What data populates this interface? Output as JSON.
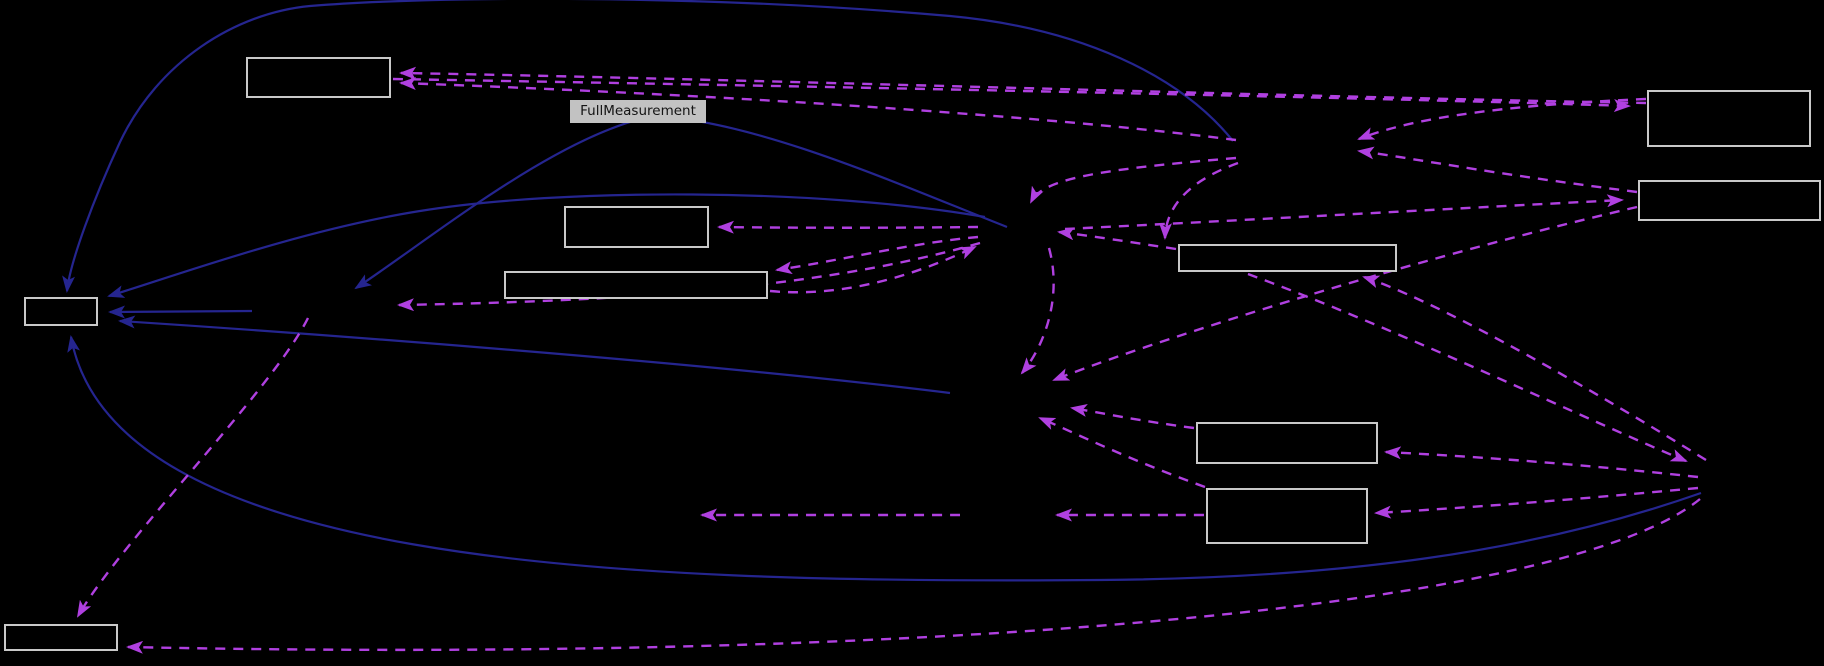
{
  "diagram": {
    "type": "collaboration-dependency-graph",
    "edge_label": "FullMeasurement",
    "colors": {
      "background": "#000000",
      "node_border": "#c9c9c9",
      "node_fill": "#000000",
      "dashed_edge": "#b040e0",
      "solid_edge": "#25258f",
      "label_background": "#c2c2c2",
      "label_text": "#141414"
    },
    "nodes": [
      {
        "id": "box-top-left",
        "invisible": false
      },
      {
        "id": "box-mid",
        "invisible": false
      },
      {
        "id": "box-mid-long",
        "invisible": false
      },
      {
        "id": "box-left",
        "invisible": false
      },
      {
        "id": "box-right-mid",
        "invisible": false
      },
      {
        "id": "box-top-right-1",
        "invisible": false
      },
      {
        "id": "box-top-right-2",
        "invisible": false
      },
      {
        "id": "box-bottom-a",
        "invisible": false
      },
      {
        "id": "box-bottom-b",
        "invisible": false
      },
      {
        "id": "box-bottom-left",
        "invisible": false
      },
      {
        "id": "hub-a",
        "invisible": true
      },
      {
        "id": "hub-b",
        "invisible": true
      },
      {
        "id": "hub-c",
        "invisible": true
      },
      {
        "id": "hub-d",
        "invisible": true
      },
      {
        "id": "hub-e",
        "invisible": true
      },
      {
        "id": "node-f",
        "invisible": true
      },
      {
        "id": "node-g",
        "invisible": true
      }
    ],
    "edges": [
      {
        "from": "box-top-right-1",
        "to": "box-top-left",
        "style": "dashed"
      },
      {
        "from": "box-top-left",
        "to": "box-top-right-1",
        "style": "dashed"
      },
      {
        "from": "hub-a",
        "to": "box-top-left",
        "style": "dashed"
      },
      {
        "from": "box-top-right-1",
        "to": "hub-a",
        "style": "dashed"
      },
      {
        "from": "box-top-right-2",
        "to": "hub-a",
        "style": "dashed"
      },
      {
        "from": "hub-b",
        "to": "box-top-right-2",
        "style": "dashed"
      },
      {
        "from": "hub-a",
        "to": "box-right-mid",
        "style": "dashed"
      },
      {
        "from": "box-right-mid",
        "to": "hub-b",
        "style": "dashed"
      },
      {
        "from": "hub-a",
        "to": "hub-b",
        "style": "dashed"
      },
      {
        "from": "box-mid-long",
        "to": "hub-b",
        "style": "dashed"
      },
      {
        "from": "hub-b",
        "to": "box-mid-long",
        "style": "dashed"
      },
      {
        "from": "hub-b",
        "to": "box-mid",
        "style": "dashed"
      },
      {
        "from": "hub-b",
        "to": "hub-c",
        "style": "dashed"
      },
      {
        "from": "hub-c",
        "to": "box-bottom-left",
        "style": "dashed"
      },
      {
        "from": "hub-d",
        "to": "box-bottom-left",
        "style": "dashed"
      },
      {
        "from": "box-top-right-2",
        "to": "hub-e",
        "style": "dashed"
      },
      {
        "from": "hub-b",
        "to": "hub-e",
        "style": "dashed"
      },
      {
        "from": "box-bottom-a",
        "to": "hub-e",
        "style": "dashed"
      },
      {
        "from": "box-bottom-b",
        "to": "hub-e",
        "style": "dashed"
      },
      {
        "from": "hub-d",
        "to": "box-bottom-a",
        "style": "dashed"
      },
      {
        "from": "hub-d",
        "to": "box-bottom-b",
        "style": "dashed"
      },
      {
        "from": "hub-d",
        "to": "box-right-mid",
        "style": "dashed"
      },
      {
        "from": "box-right-mid",
        "to": "hub-d",
        "style": "dashed"
      },
      {
        "from": "box-bottom-b",
        "to": "node-g",
        "style": "dashed"
      },
      {
        "from": "node-g",
        "to": "node-f",
        "style": "dashed"
      },
      {
        "from": "hub-a",
        "to": "box-left",
        "style": "solid"
      },
      {
        "from": "hub-b",
        "to": "hub-c",
        "style": "solid",
        "label": "FullMeasurement"
      },
      {
        "from": "hub-b",
        "to": "box-left",
        "style": "solid"
      },
      {
        "from": "hub-c",
        "to": "box-left",
        "style": "solid"
      },
      {
        "from": "hub-e",
        "to": "box-left",
        "style": "solid"
      },
      {
        "from": "hub-d",
        "to": "box-left",
        "style": "solid"
      }
    ]
  }
}
